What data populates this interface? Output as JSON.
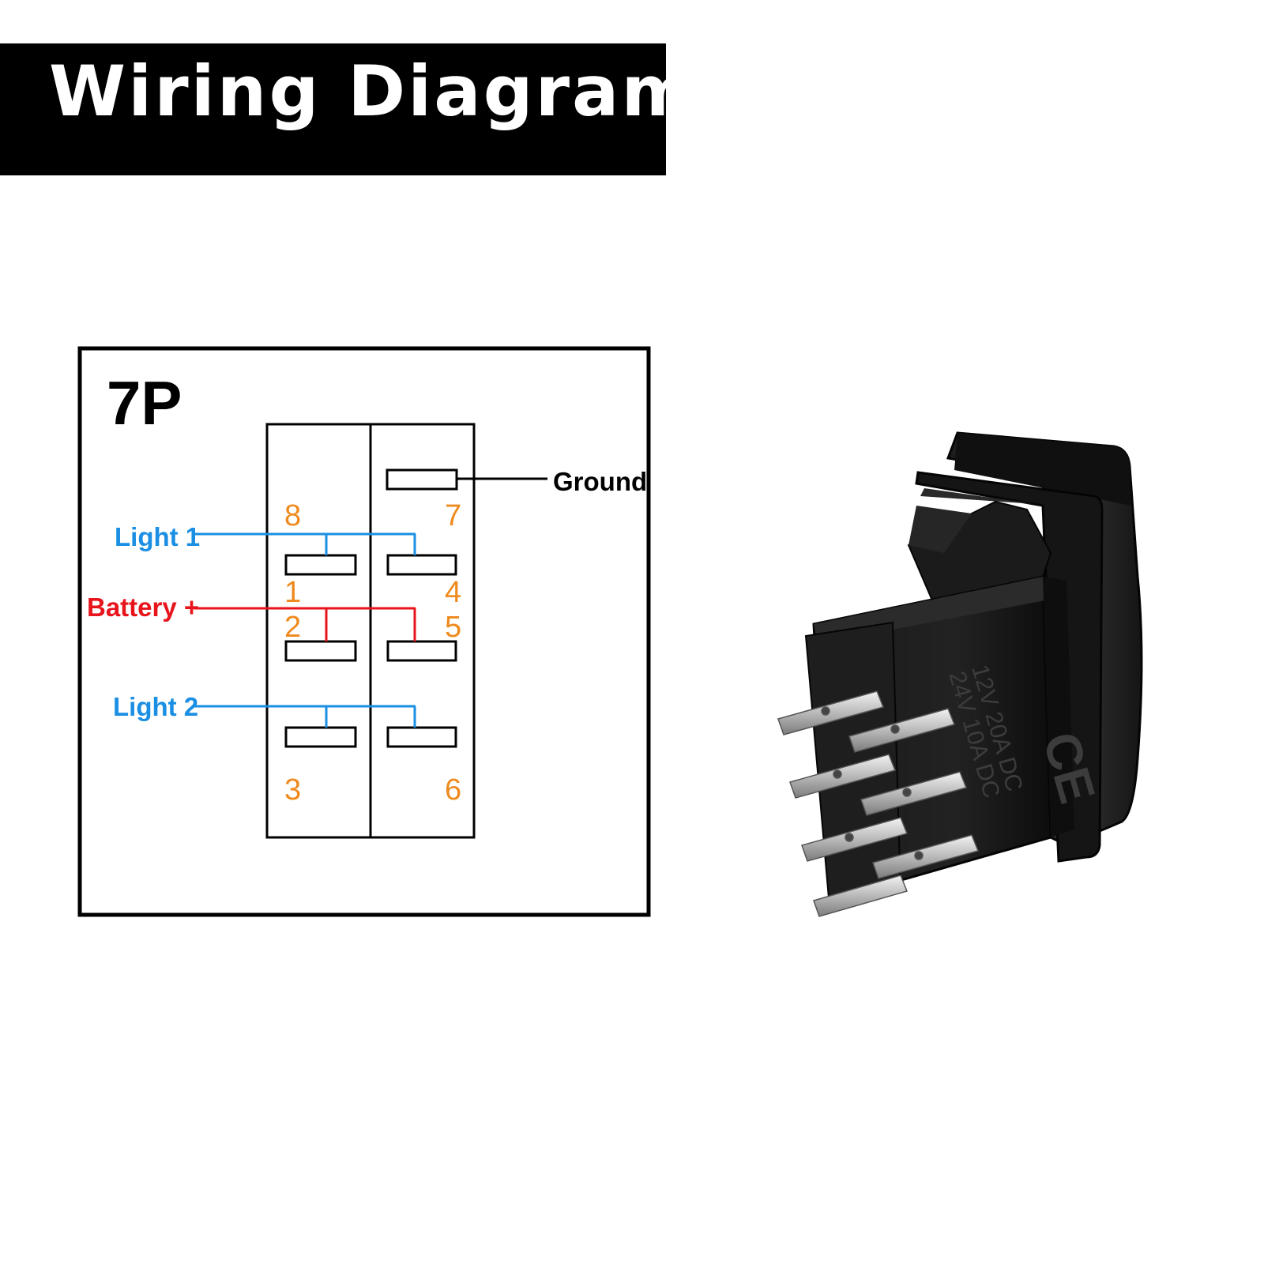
{
  "title": "Wiring Diagram",
  "diagram": {
    "type_label": "7P",
    "labels": {
      "light1": "Light 1",
      "battery": "Battery +",
      "light2": "Light 2",
      "ground": "Ground"
    },
    "pins": {
      "p8": "8",
      "p7": "7",
      "p1": "1",
      "p4": "4",
      "p2": "2",
      "p5": "5",
      "p3": "3",
      "p6": "6"
    },
    "colors": {
      "light": "#1a8fe3",
      "battery": "#e8141b",
      "pin_number": "#ee8a1e",
      "ground": "#000000"
    }
  },
  "product": {
    "marking_line1": "12V  20A  DC",
    "marking_line2": "24V  10A  DC",
    "ce_mark": "CE"
  }
}
